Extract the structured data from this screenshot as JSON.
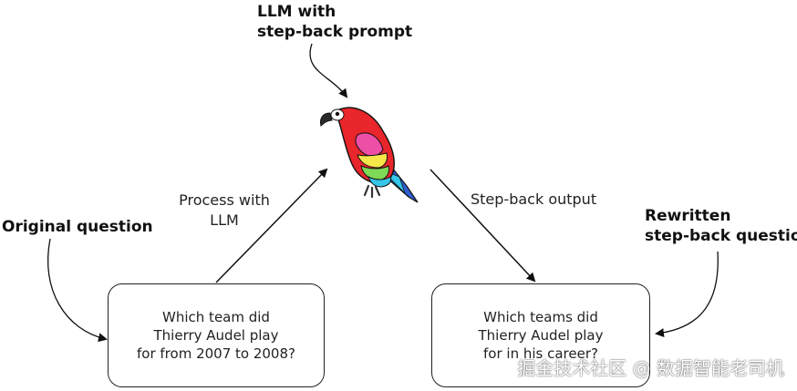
{
  "diagram": {
    "top_label": {
      "line1": "LLM with",
      "line2": "step-back prompt"
    },
    "left_label": "Original question",
    "right_label": {
      "line1": "Rewritten",
      "line2": "step-back question"
    },
    "process_label": {
      "line1": "Process with",
      "line2": "LLM"
    },
    "output_label": "Step-back output",
    "original_box": {
      "lines": [
        "Which team did",
        "Thierry Audel play",
        "for from 2007 to 2008?"
      ]
    },
    "rewritten_box": {
      "lines": [
        "Which teams did",
        "Thierry Audel play",
        "for in his career?"
      ]
    },
    "parrot_icon": "parrot-icon",
    "colors": {
      "parrot_red": "#e8262b",
      "parrot_pink": "#ee4fa6",
      "parrot_yellow": "#f5e64a",
      "parrot_green": "#7ed957",
      "parrot_cyan": "#36c6e8",
      "parrot_blue": "#2f5fd0"
    }
  },
  "watermark": "掘金技术社区 @ 数据智能老司机"
}
